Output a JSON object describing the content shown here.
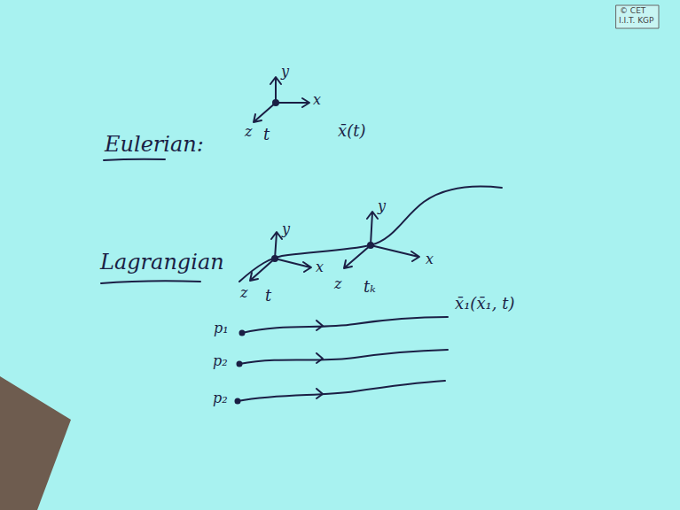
{
  "diagram": {
    "labels": [
      "© CET",
      "I.I.T. KGP",
      "Eulerian:",
      "y",
      "x",
      "z",
      "t",
      "x̄(t)",
      "Lagrangian",
      "y",
      "x",
      "z",
      "t",
      "y",
      "x",
      "z",
      "tₖ",
      "x̄₁(x̄₁, t)",
      "p₁",
      "p₂",
      "p₂"
    ]
  }
}
